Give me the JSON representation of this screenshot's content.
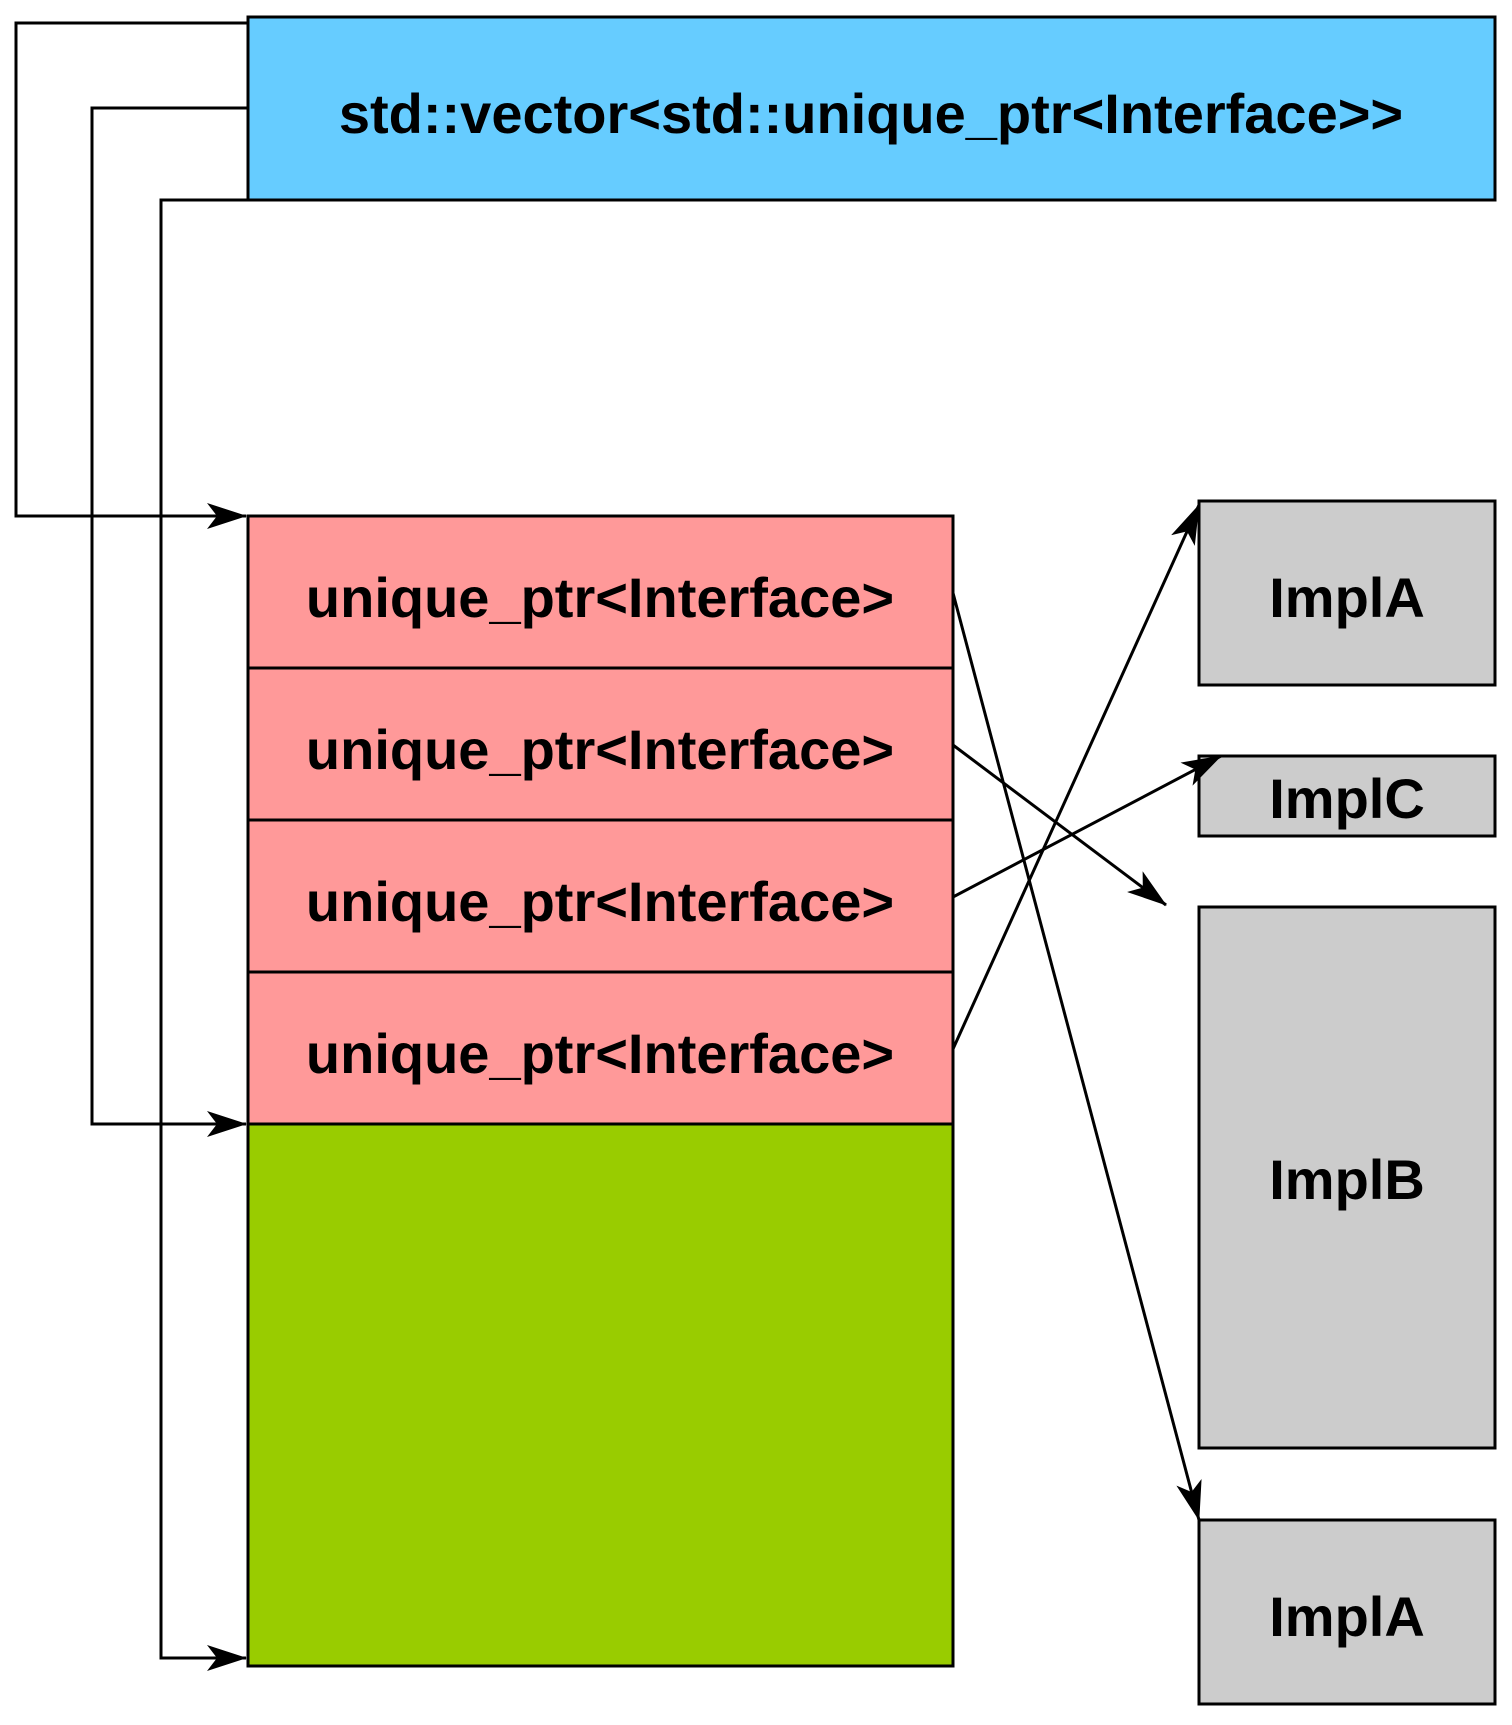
{
  "vector": {
    "label": "std::vector<std::unique_ptr<Interface>>",
    "color": "#66CCFF"
  },
  "elements": [
    {
      "label": "unique_ptr<Interface>",
      "target": "impl-a-bottom"
    },
    {
      "label": "unique_ptr<Interface>",
      "target": "impl-b"
    },
    {
      "label": "unique_ptr<Interface>",
      "target": "impl-c"
    },
    {
      "label": "unique_ptr<Interface>",
      "target": "impl-a-top"
    }
  ],
  "element_color": "#FF9999",
  "spare_capacity_color": "#99CC00",
  "impls": [
    {
      "id": "impl-a-top",
      "label": "ImplA"
    },
    {
      "id": "impl-c",
      "label": "ImplC"
    },
    {
      "id": "impl-b",
      "label": "ImplB"
    },
    {
      "id": "impl-a-bottom",
      "label": "ImplA"
    }
  ],
  "impl_color": "#CCCCCC",
  "line_color": "#000000"
}
